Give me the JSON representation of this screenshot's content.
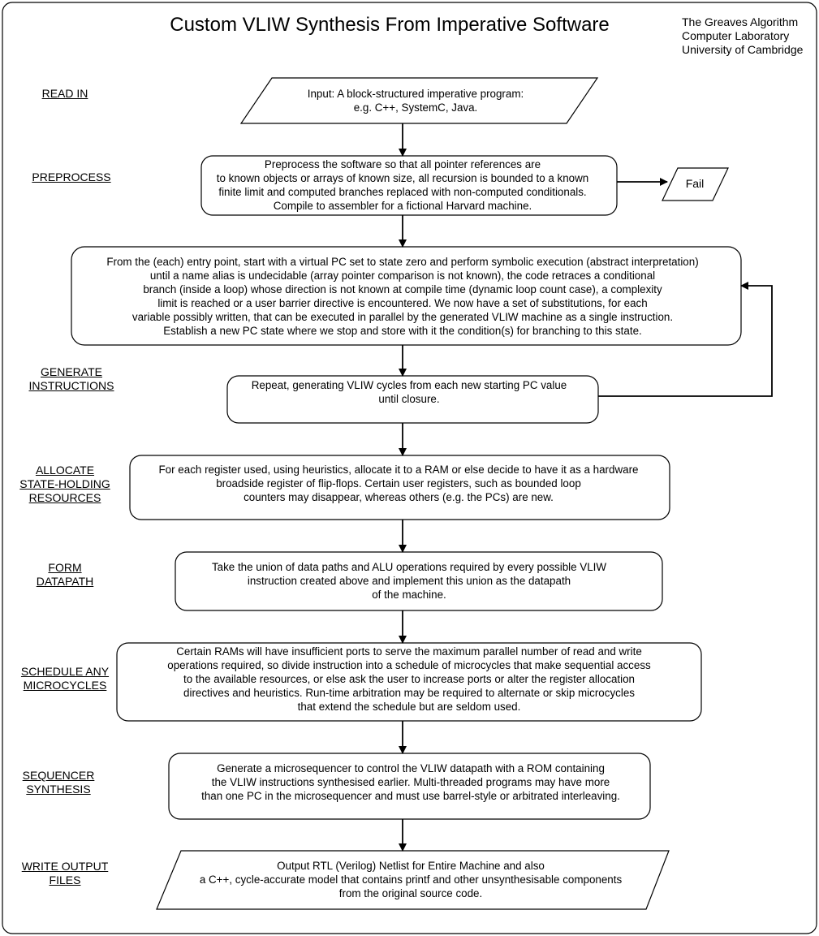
{
  "title": "Custom VLIW Synthesis From Imperative Software",
  "affiliation": [
    "The Greaves Algorithm",
    "Computer Laboratory",
    "University of Cambridge"
  ],
  "stages": [
    [
      "READ IN"
    ],
    [
      "PREPROCESS"
    ],
    [
      "GENERATE ",
      "INSTRUCTIONS"
    ],
    [
      "ALLOCATE ",
      "STATE-HOLDING ",
      "RESOURCES"
    ],
    [
      "FORM",
      "DATAPATH"
    ],
    [
      "SCHEDULE ANY",
      "MICROCYCLES"
    ],
    [
      "SEQUENCER",
      "SYNTHESIS"
    ],
    [
      "WRITE OUTPUT",
      "FILES"
    ]
  ],
  "boxes": {
    "input": [
      "Input: A block-structured imperative program:",
      "e.g. C++, SystemC, Java."
    ],
    "preprocess": [
      "Preprocess the software so that all pointer references are",
      "to known objects or arrays of known size, all recursion is bounded to a known",
      "finite limit and computed branches replaced with non-computed conditionals.",
      "Compile to assembler for a fictional Harvard machine."
    ],
    "fail": "Fail",
    "symbolic": [
      "From the (each) entry point, start with a virtual PC set to state zero and perform symbolic execution (abstract interpretation)",
      "until a name alias is undecidable (array pointer comparison is not known), the code retraces a conditional",
      "branch (inside a loop) whose direction is not known at compile time (dynamic loop count case), a complexity",
      "limit is reached or a user barrier directive is encountered.  We now have a set of substitutions, for each",
      "variable possibly written, that can be executed in parallel by the generated VLIW machine as a single instruction.",
      "Establish a new PC state where we stop and store with it the condition(s) for branching to this state."
    ],
    "repeat": [
      "Repeat, generating VLIW cycles from each new starting PC value",
      "until closure."
    ],
    "allocate": [
      "For each register used, using heuristics, allocate it to a RAM or else decide to have it as a hardware",
      "broadside register of flip-flops. Certain user registers, such as bounded loop",
      "counters may disappear, whereas others (e.g. the PCs) are new."
    ],
    "datapath": [
      "Take the union of data paths and ALU operations required by every possible VLIW",
      "instruction created above and implement this union as the datapath",
      "of the machine."
    ],
    "schedule": [
      "Certain RAMs will have insufficient ports to serve the maximum parallel number of read and write",
      "operations required, so divide instruction into a schedule of microcycles that make sequential access",
      "to the available resources, or else ask the user to increase ports or alter the register allocation",
      "directives and heuristics.  Run-time arbitration may be required to alternate or skip microcycles",
      "that extend the schedule but are seldom used."
    ],
    "sequencer": [
      "Generate a microsequencer to control the VLIW datapath with a ROM containing",
      "the VLIW instructions synthesised earlier.  Multi-threaded programs may have more",
      "than one PC in the microsequencer and must use barrel-style  or arbitrated interleaving."
    ],
    "output": [
      "Output RTL (Verilog) Netlist for Entire Machine and also",
      "a C++, cycle-accurate  model that contains printf and other unsynthesisable components",
      "from the original source code."
    ]
  }
}
